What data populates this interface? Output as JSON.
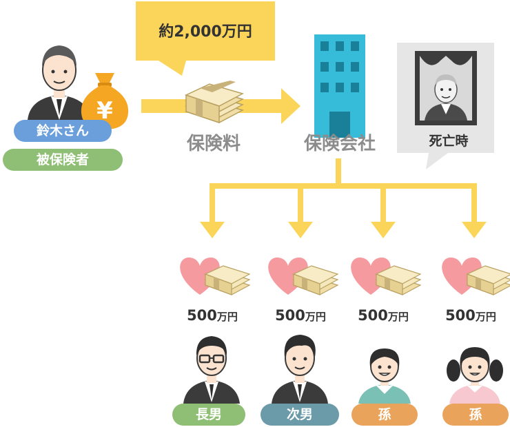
{
  "premium_amount": "約2,000万円",
  "insured": {
    "name_label": "鈴木さん",
    "role_label": "被保険者",
    "money_bag_symbol": "¥",
    "name_color": "#6a9fdc",
    "role_color": "#8fbf74"
  },
  "premium_label": "保険料",
  "insurer_label": "保険会社",
  "death_bubble_label": "死亡時",
  "beneficiaries": [
    {
      "amount": "500",
      "unit": "万円",
      "label": "長男",
      "color": "#8fbf74"
    },
    {
      "amount": "500",
      "unit": "万円",
      "label": "次男",
      "color": "#6b9aa8"
    },
    {
      "amount": "500",
      "unit": "万円",
      "label": "孫",
      "color": "#eaa35a"
    },
    {
      "amount": "500",
      "unit": "万円",
      "label": "孫",
      "color": "#eaa35a"
    }
  ],
  "colors": {
    "arrow": "#fbd55a",
    "building": "#36bcd8",
    "heart": "#f59a9f",
    "money": "#f0dea6",
    "bag": "#f5a623",
    "bubble_gray": "#e6e6e6",
    "callout_yellow": "#fbd55a"
  }
}
